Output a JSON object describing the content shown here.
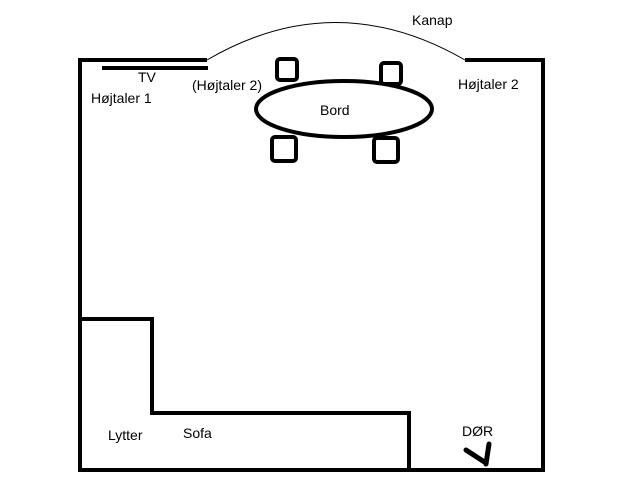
{
  "colors": {
    "line": "#000000",
    "background": "#ffffff"
  },
  "labels": {
    "kanap": "Kanap",
    "tv": "TV",
    "speaker1": "Højtaler 1",
    "speaker2_paren": "(Højtaler 2)",
    "speaker2": "Højtaler 2",
    "table": "Bord",
    "listener": "Lytter",
    "sofa": "Sofa",
    "door": "DØR"
  },
  "icons": {
    "door_arrow": "arrow-down-right-icon"
  }
}
